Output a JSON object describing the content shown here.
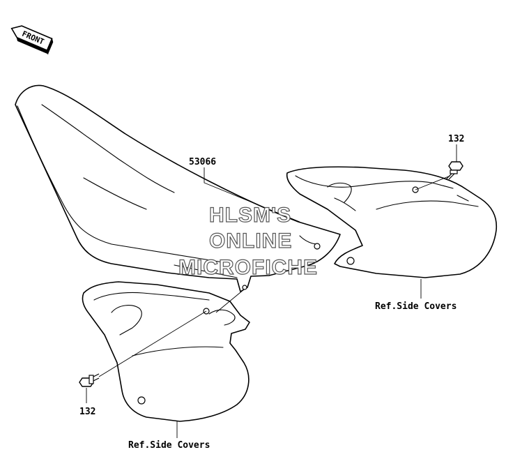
{
  "front_badge": {
    "label": "FRONT"
  },
  "watermark": {
    "line1": "HLSM'S",
    "line2": "ONLINE",
    "line3": "MICROFICHE"
  },
  "callouts": {
    "seat": "53066",
    "bolt_right": "132",
    "bolt_left": "132",
    "cover_right": "Ref.Side Covers",
    "cover_left": "Ref.Side Covers"
  }
}
